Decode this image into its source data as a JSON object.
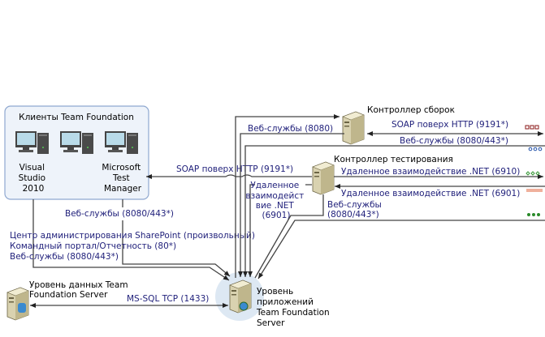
{
  "clients": {
    "title": "Клиенты Team Foundation",
    "vs": [
      "Visual",
      "Studio",
      "2010"
    ],
    "mtm": [
      "Microsoft",
      "Test",
      "Manager"
    ]
  },
  "nodes": {
    "build_controller": "Контроллер сборок",
    "test_controller": "Контроллер тестирования",
    "data_tier": [
      "Уровень данных Team",
      "Foundation Server"
    ],
    "app_tier": [
      "Уровень",
      "приложений",
      "Team Foundation",
      "Server"
    ]
  },
  "protocols": {
    "soap_mtm": "SOAP поверх HTTP (9191*)",
    "web_mtm": "Веб-службы (8080/443*)",
    "sharepoint": "Центр администрирования SharePoint (произвольный)",
    "portal": "Командный портал/Отчетность (80*)",
    "web_clients": "Веб-службы (8080/443*)",
    "web_build": "Веб-службы (8080)",
    "soap_build": "SOAP поверх HTTP (9191*)",
    "web_right": "Веб-службы (8080/443*)",
    "remoting_6910": "Удаленное взаимодействие .NET (6910)",
    "remoting_6901_right": "Удаленное взаимодействие .NET (6901)",
    "remoting_6901_left": [
      "Удаленное",
      "взаимодейст",
      "вие .NET",
      "(6901)"
    ],
    "web_test": [
      "Веб-службы",
      "(8080/443*)"
    ],
    "sql": "MS-SQL TCP (1433)"
  },
  "legend_markers": [
    {
      "shape": "squares",
      "color": "#8b1a1a"
    },
    {
      "shape": "circles",
      "color": "#1f4fa8"
    },
    {
      "shape": "diamonds",
      "color": "#3a9a3a"
    },
    {
      "shape": "links",
      "color": "#e0603a"
    },
    {
      "shape": "dots",
      "color": "#2a8a2a"
    }
  ],
  "colors": {
    "protocol_text": "#1f1f7a",
    "client_box_fill": "#eef3fa",
    "client_box_stroke": "#8fa8d0"
  }
}
